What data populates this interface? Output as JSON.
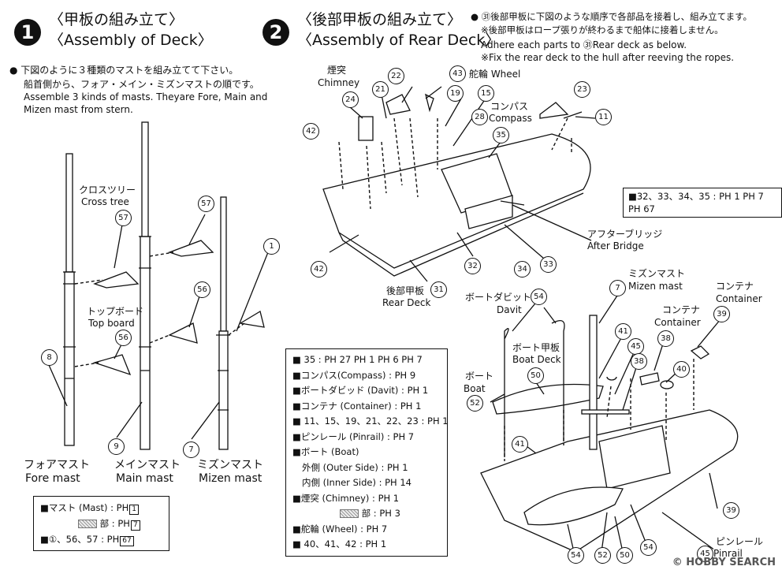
{
  "step1": {
    "number": "1",
    "title_jp": "〈甲板の組み立て〉",
    "title_en": "〈Assembly of Deck〉",
    "note_jp_1": "● 下図のように３種類のマストを組み立てて下さい。",
    "note_jp_2": "船首側から、フォア・メイン・ミズンマストの順です。",
    "note_en_1": "Assemble 3 kinds of masts. Theyare Fore, Main and",
    "note_en_2": "Mizen mast from stern.",
    "labels": {
      "cross_tree_jp": "クロスツリー",
      "cross_tree_en": "Cross tree",
      "top_board_jp": "トップボード",
      "top_board_en": "Top board",
      "fore_jp": "フォアマスト",
      "fore_en": "Fore mast",
      "main_jp": "メインマスト",
      "main_en": "Main mast",
      "mizen_jp": "ミズンマスト",
      "mizen_en": "Mizen mast"
    },
    "parts": [
      "57",
      "57",
      "56",
      "56",
      "1",
      "8",
      "9",
      "7"
    ],
    "table": {
      "row1_a": "■マスト (Mast) : ",
      "row1_b": "PH",
      "row1_c": "1",
      "row2_a": "部 : ",
      "row2_b": "PH",
      "row2_c": "7",
      "row3_a": "■①、56、57 : ",
      "row3_b": "PH",
      "row3_c": "67"
    }
  },
  "step2": {
    "number": "2",
    "title_jp": "〈後部甲板の組み立て〉",
    "title_en": "〈Assembly of Rear Deck〉",
    "note_jp_1": "● ㉛後部甲板に下図のような順序で各部品を接着し、組み立てます。",
    "note_jp_2": "※後部甲板はロープ張りが終わるまで船体に接着しません。",
    "note_en_1": "Adhere each parts to ㉛Rear deck as below.",
    "note_en_2": "※Fix the rear deck to the hull after reeving the ropes.",
    "labels": {
      "chimney_jp": "煙突",
      "chimney_en": "Chimney",
      "wheel": "舵輪 Wheel",
      "compass_jp": "コンパス",
      "compass_en": "Compass",
      "after_bridge_jp": "アフターブリッジ",
      "after_bridge_en": "After Bridge",
      "rear_deck_jp": "後部甲板",
      "rear_deck_en": "Rear Deck",
      "davit_jp": "ボートダビット",
      "davit_en": "Davit",
      "boat_deck_jp": "ボート甲板",
      "boat_deck_en": "Boat Deck",
      "boat_jp": "ボート",
      "boat_en": "Boat",
      "mizen_jp": "ミズンマスト",
      "mizen_en": "Mizen mast",
      "container_jp": "コンテナ",
      "container_en": "Container",
      "pinrail_jp": "ピンレール",
      "pinrail_en": "Pinrail"
    },
    "small_table": "■32、33、34、35 : PH 1 PH 7 PH 67",
    "table": [
      "■ 35 : PH 27 PH 1 PH 6 PH 7",
      "■コンパス(Compass) : PH 9",
      "■ボートダビッド (Davit) : PH 1",
      "■コンテナ (Container) : PH 1",
      "■ 11、15、19、21、22、23 : PH 1",
      "■ピンレール (Pinrail) : PH 7",
      "■ボート (Boat)",
      "外側 (Outer Side) : PH 1",
      "内側 (Inner Side) : PH 14",
      "■煙突 (Chimney) : PH 1",
      "部 : PH 3",
      "■舵輪 (Wheel) : PH 7",
      "■ 40、41、42 : PH 1"
    ]
  },
  "watermark": "© HOBBY SEARCH"
}
